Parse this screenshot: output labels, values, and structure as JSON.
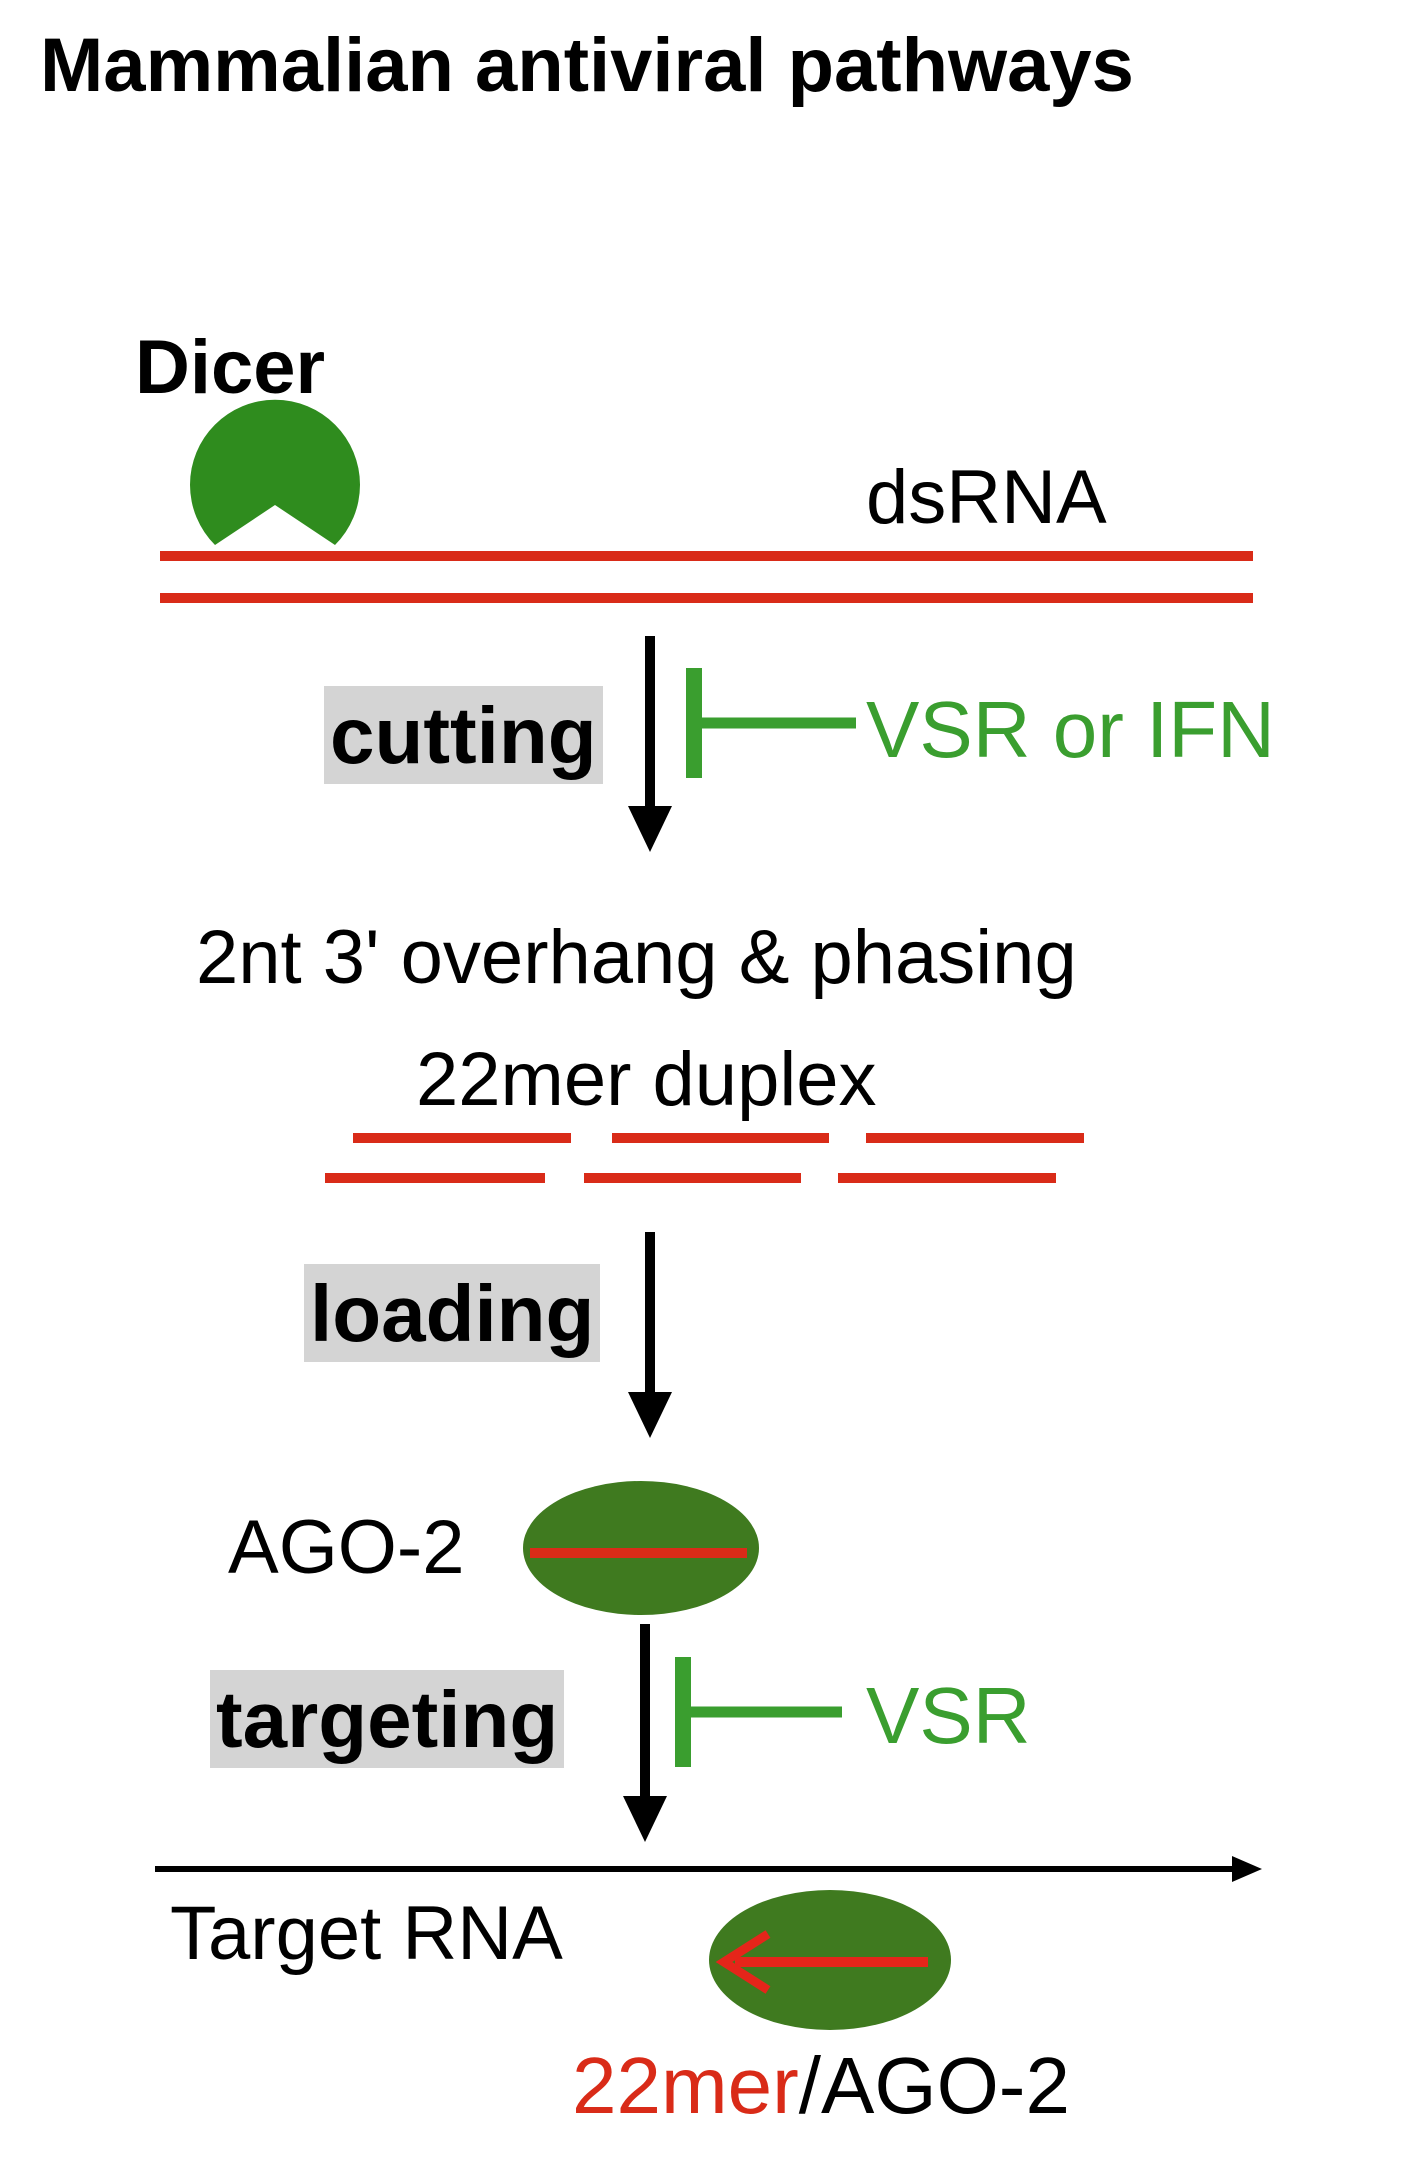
{
  "title": "Mammalian antiviral pathways",
  "labels": {
    "dicer": "Dicer",
    "dsrna": "dsRNA",
    "overhang": "2nt 3' overhang & phasing",
    "duplex": "22mer duplex",
    "ago2": "AGO-2",
    "target_rna": "Target RNA",
    "complex_red": "22mer",
    "complex_black": "/AGO-2"
  },
  "steps": {
    "cutting": "cutting",
    "loading": "loading",
    "targeting": "targeting"
  },
  "inhibitors": {
    "cutting": "VSR or IFN",
    "targeting": "VSR"
  },
  "colors": {
    "rna_red": "#d92b18",
    "protein_green": "#2f8c1e",
    "inhibitor_green": "#3a9e2f",
    "ago_green": "#3f7a1f",
    "step_box_gray": "#d4d4d4"
  }
}
